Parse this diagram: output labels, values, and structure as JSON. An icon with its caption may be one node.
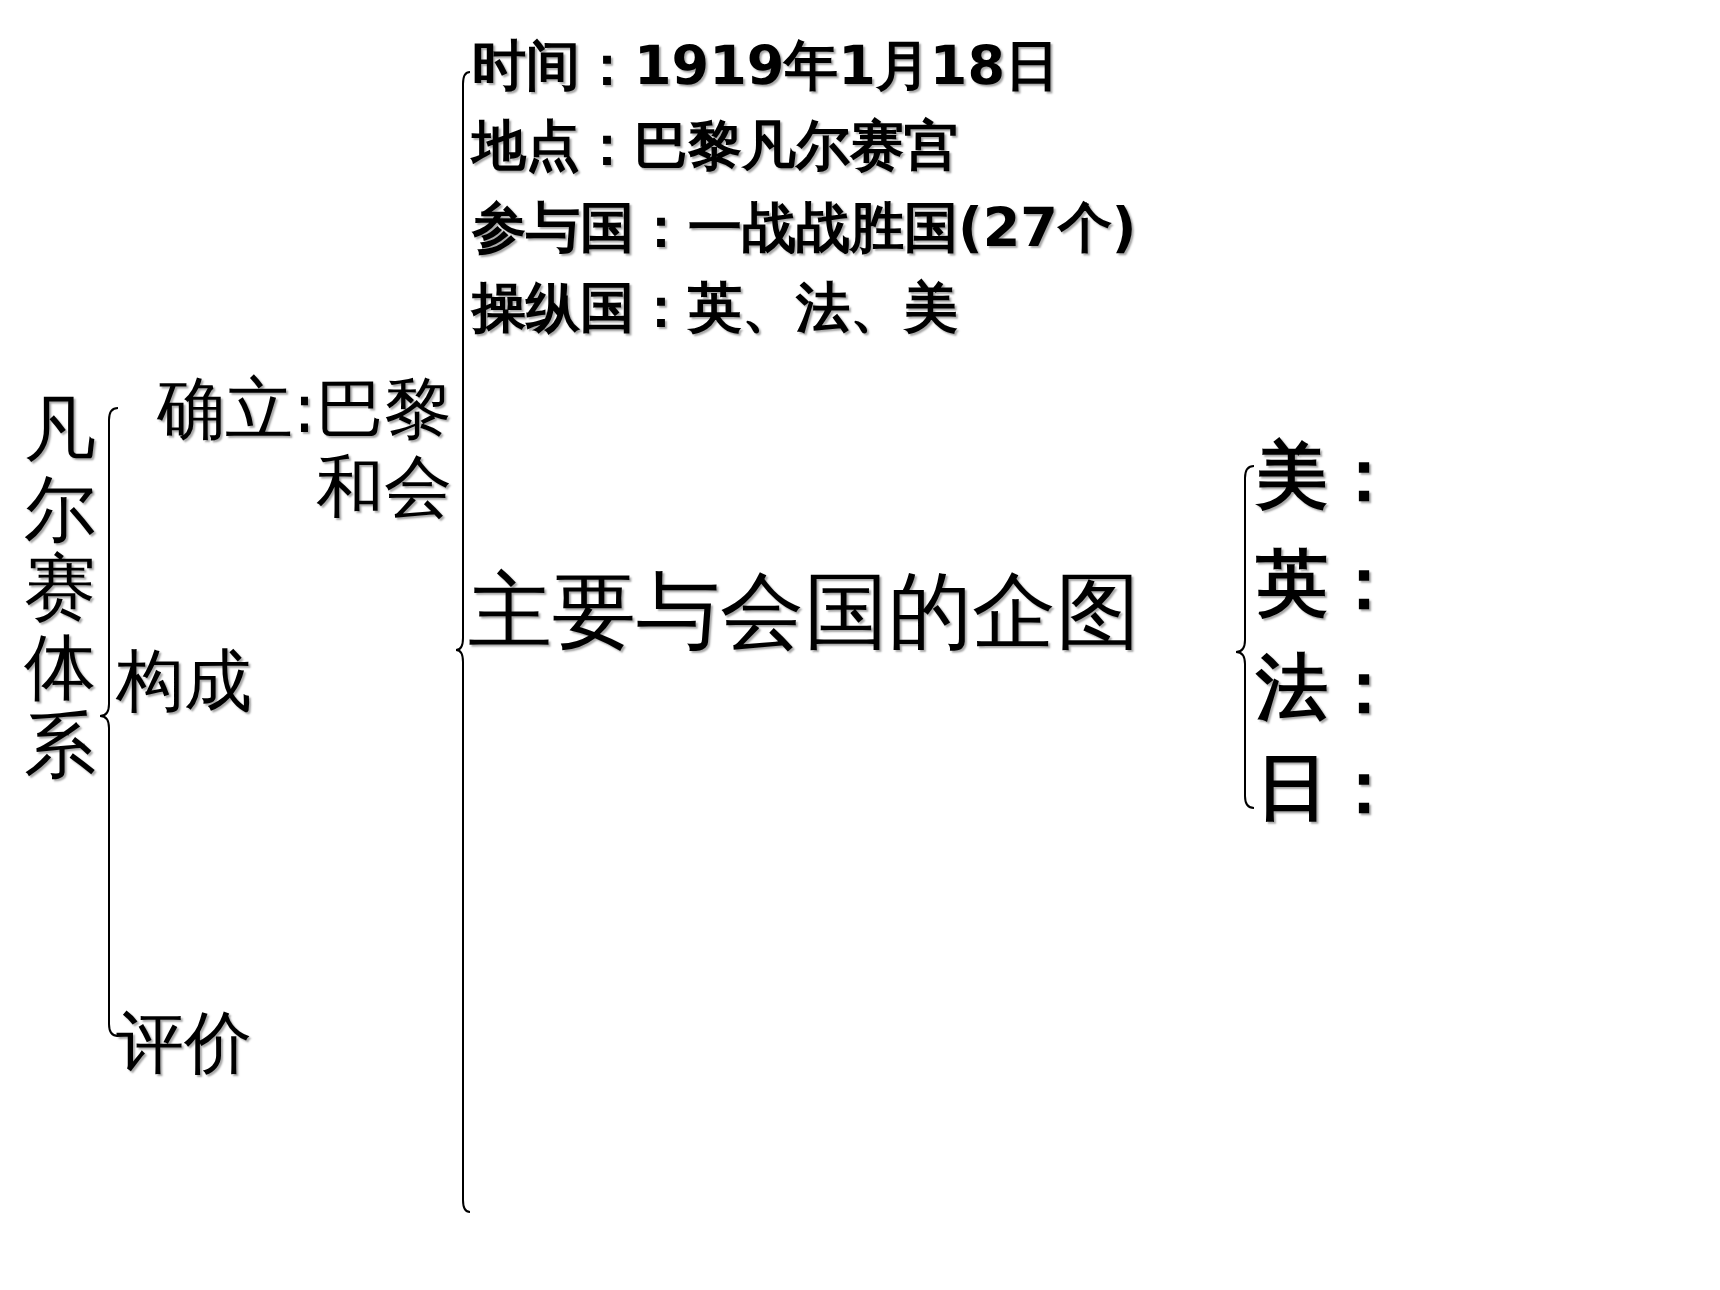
{
  "diagram": {
    "labels": [
      "凡尔赛体系",
      "确立:巴黎和会",
      "构成",
      "评价",
      "时间：1919年1月18日",
      "地点：巴黎凡尔赛宫",
      "参与国：一战战胜国(27个)",
      "操纵国：英、法、美",
      "主要与会国的企图",
      "美：",
      "英：",
      "法：",
      "日："
    ]
  }
}
